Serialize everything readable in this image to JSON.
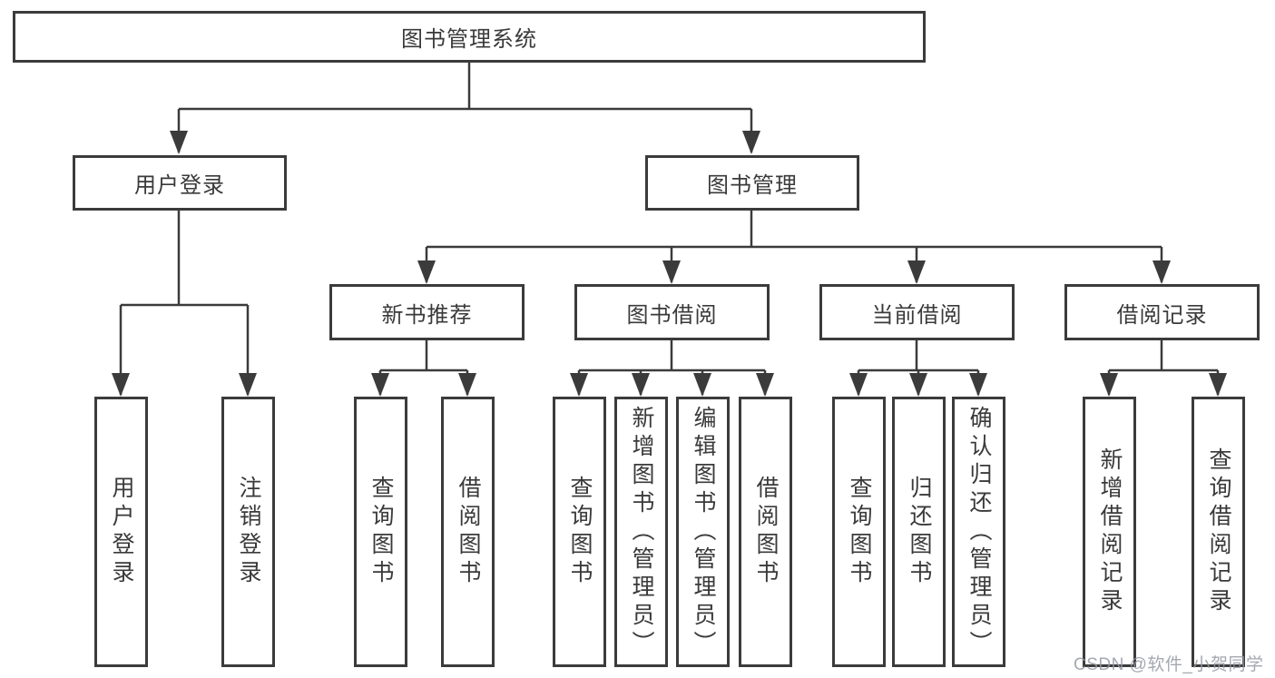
{
  "page": {
    "watermark": "CSDN @软件_小贺同学"
  },
  "diagram": {
    "type": "hierarchy-tree",
    "root": {
      "label": "图书管理系统"
    },
    "user_login": {
      "label": "用户登录",
      "children": [
        {
          "label": "用户登录"
        },
        {
          "label": "注销登录"
        }
      ]
    },
    "book_mgmt": {
      "label": "图书管理",
      "sections": [
        {
          "label": "新书推荐",
          "children": [
            {
              "label": "查询图书"
            },
            {
              "label": "借阅图书"
            }
          ]
        },
        {
          "label": "图书借阅",
          "children": [
            {
              "label": "查询图书"
            },
            {
              "label": "新增图书（管理员）"
            },
            {
              "label": "编辑图书（管理员）"
            },
            {
              "label": "借阅图书"
            }
          ]
        },
        {
          "label": "当前借阅",
          "children": [
            {
              "label": "查询图书"
            },
            {
              "label": "归还图书"
            },
            {
              "label": "确认归还（管理员）"
            }
          ]
        },
        {
          "label": "借阅记录",
          "children": [
            {
              "label": "新增借阅记录"
            },
            {
              "label": "查询借阅记录"
            }
          ]
        }
      ]
    }
  }
}
